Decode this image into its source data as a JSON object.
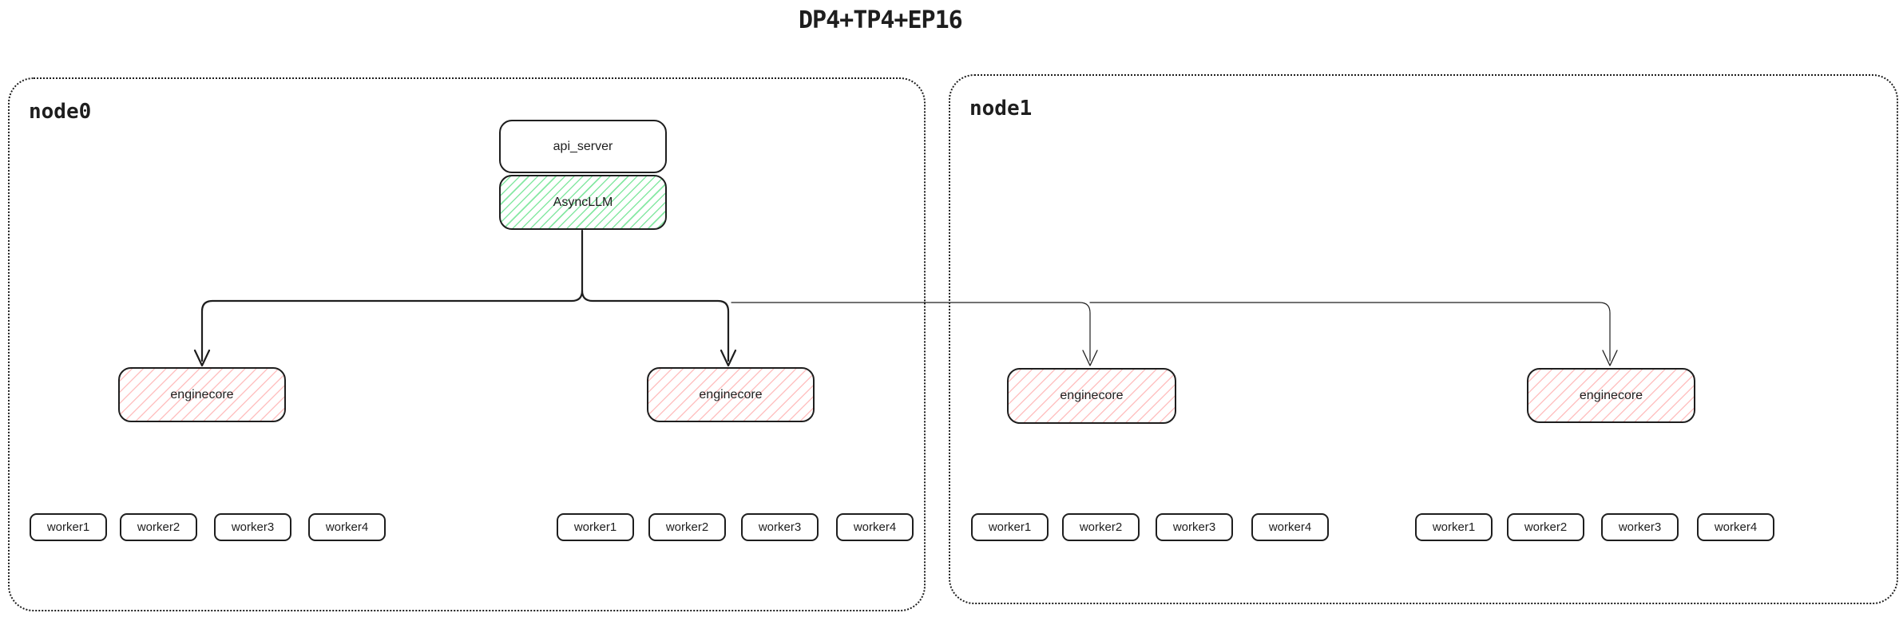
{
  "title": "DP4+TP4+EP16",
  "colors": {
    "stroke": "#1e1e1e",
    "green_hatch": "#86e8a3",
    "red_hatch": "#ffc2c2",
    "background": "#ffffff"
  },
  "nodes": [
    {
      "label": "node0",
      "boxes": {
        "api_server": "api_server",
        "asyncllm": "AsyncLLM"
      },
      "enginecores": [
        {
          "label": "enginecore",
          "workers": [
            "worker1",
            "worker2",
            "worker3",
            "worker4"
          ]
        },
        {
          "label": "enginecore",
          "workers": [
            "worker1",
            "worker2",
            "worker3",
            "worker4"
          ]
        }
      ]
    },
    {
      "label": "node1",
      "enginecores": [
        {
          "label": "enginecore",
          "workers": [
            "worker1",
            "worker2",
            "worker3",
            "worker4"
          ]
        },
        {
          "label": "enginecore",
          "workers": [
            "worker1",
            "worker2",
            "worker3",
            "worker4"
          ]
        }
      ]
    }
  ]
}
